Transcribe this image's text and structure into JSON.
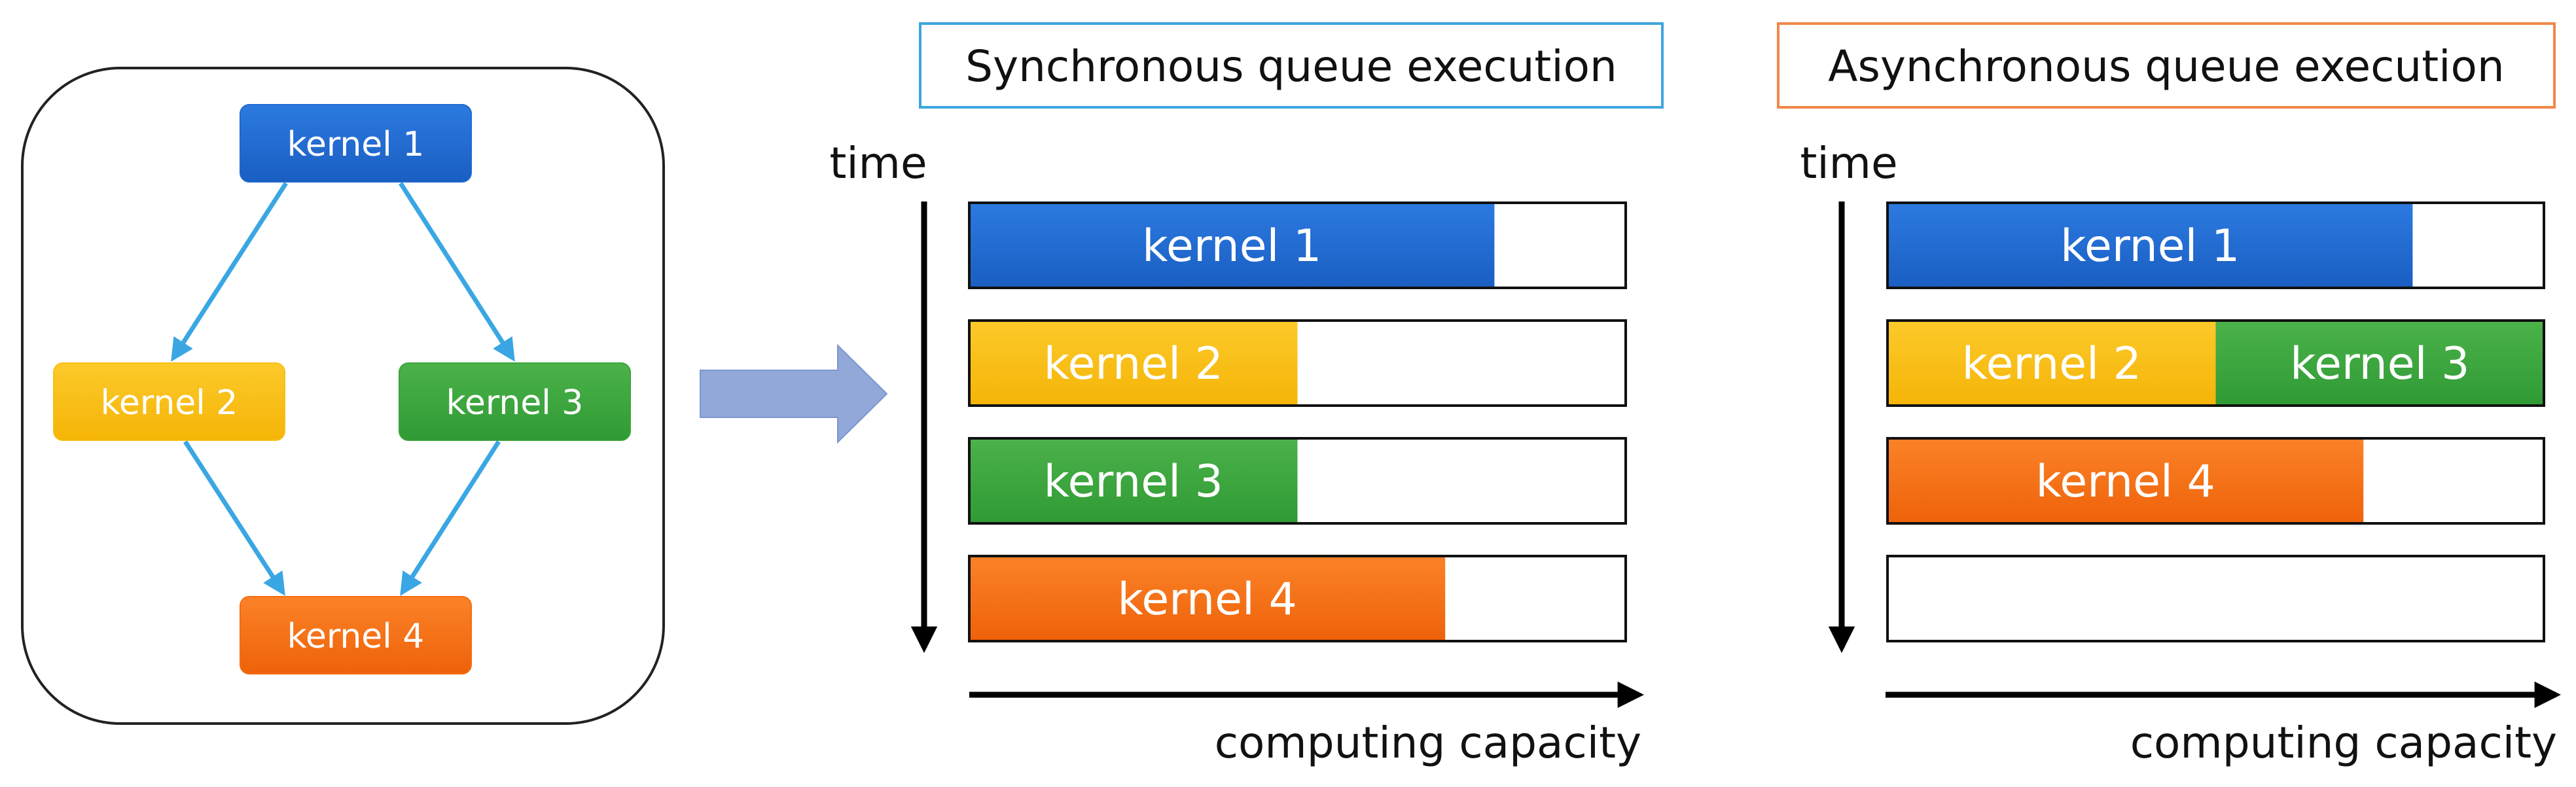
{
  "colors": {
    "blue": "#1f68cf",
    "yellow": "#f8bf12",
    "green": "#3aa43a",
    "orange": "#f26d12",
    "edge_arrow": "#3aa6e4",
    "transition_arrow": "#91a8d9",
    "sync_title_border": "#3da6de",
    "async_title_border": "#f0874a"
  },
  "graph": {
    "nodes": [
      {
        "id": "k1",
        "label": "kernel 1",
        "color": "blue"
      },
      {
        "id": "k2",
        "label": "kernel 2",
        "color": "yellow"
      },
      {
        "id": "k3",
        "label": "kernel 3",
        "color": "green"
      },
      {
        "id": "k4",
        "label": "kernel 4",
        "color": "orange"
      }
    ],
    "edges": [
      {
        "from": "k1",
        "to": "k2"
      },
      {
        "from": "k1",
        "to": "k3"
      },
      {
        "from": "k2",
        "to": "k4"
      },
      {
        "from": "k3",
        "to": "k4"
      }
    ]
  },
  "panels": [
    {
      "id": "sync",
      "title": "Synchronous queue execution",
      "y_axis_label": "time",
      "x_axis_label": "computing capacity",
      "rows": [
        [
          {
            "label": "kernel 1",
            "color": "blue",
            "share": 0.8
          }
        ],
        [
          {
            "label": "kernel 2",
            "color": "yellow",
            "share": 0.5
          }
        ],
        [
          {
            "label": "kernel 3",
            "color": "green",
            "share": 0.5
          }
        ],
        [
          {
            "label": "kernel 4",
            "color": "orange",
            "share": 0.725
          }
        ]
      ]
    },
    {
      "id": "async",
      "title": "Asynchronous queue execution",
      "y_axis_label": "time",
      "x_axis_label": "computing capacity",
      "rows": [
        [
          {
            "label": "kernel 1",
            "color": "blue",
            "share": 0.8
          }
        ],
        [
          {
            "label": "kernel 2",
            "color": "yellow",
            "share": 0.5
          },
          {
            "label": "kernel 3",
            "color": "green",
            "share": 0.5
          }
        ],
        [
          {
            "label": "kernel 4",
            "color": "orange",
            "share": 0.725
          }
        ],
        []
      ]
    }
  ]
}
